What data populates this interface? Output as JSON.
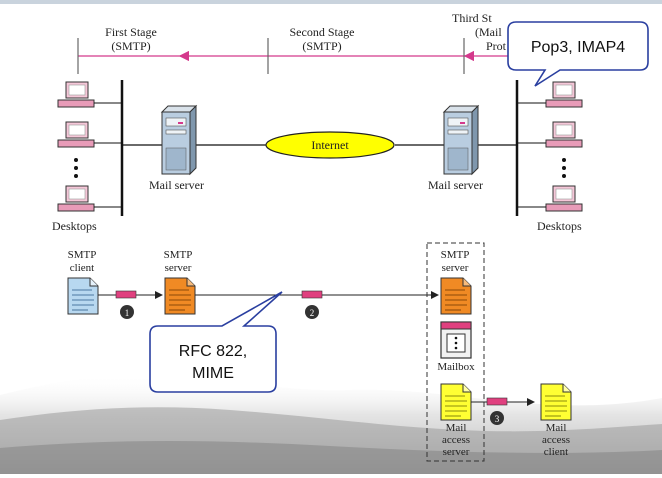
{
  "stages": {
    "first": [
      "First Stage",
      "(SMTP)"
    ],
    "second": [
      "Second Stage",
      "(SMTP)"
    ],
    "third": [
      "Third St",
      "(Mail",
      "Prot"
    ]
  },
  "network": {
    "internet": "Internet",
    "mail_server_left": "Mail server",
    "mail_server_right": "Mail server",
    "desktops_left": "Desktops",
    "desktops_right": "Desktops"
  },
  "flow": {
    "smtp_client": [
      "SMTP",
      "client"
    ],
    "smtp_server_left": [
      "SMTP",
      "server"
    ],
    "smtp_server_right": [
      "SMTP",
      "server"
    ],
    "mailbox": "Mailbox",
    "mail_access_server": [
      "Mail",
      "access",
      "server"
    ],
    "mail_access_client": [
      "Mail",
      "access",
      "client"
    ],
    "steps": [
      "1",
      "2",
      "3"
    ]
  },
  "callouts": {
    "pop3": "Pop3, IMAP4",
    "rfc": [
      "RFC 822,",
      "MIME"
    ]
  },
  "colors": {
    "stage_line": "#d4398c",
    "internet_fill": "#ffff00",
    "doc_blue": "#b8d8f0",
    "doc_orange": "#f08a24",
    "doc_yellow": "#ffff33",
    "callout_border": "#2a3fa0"
  }
}
